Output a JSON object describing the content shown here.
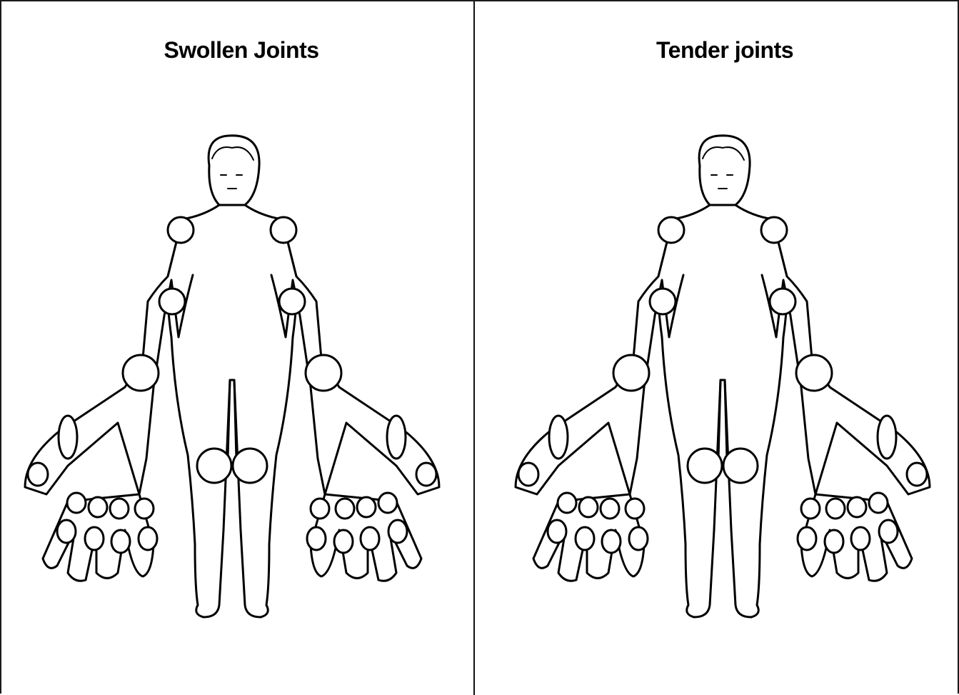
{
  "panels": [
    {
      "id": "swollen",
      "title": "Swollen Joints"
    },
    {
      "id": "tender",
      "title": "Tender joints"
    }
  ]
}
